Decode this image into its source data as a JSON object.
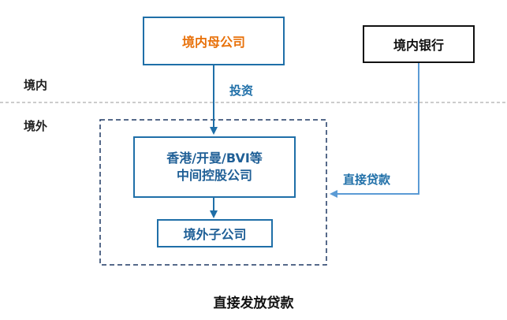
{
  "labels": {
    "domestic": "境内",
    "overseas": "境外",
    "invest": "投资",
    "direct_loan": "直接贷款"
  },
  "boxes": {
    "parent_company": "境内母公司",
    "domestic_bank": "境内银行",
    "holding_company_line1": "香港/开曼/BVI等",
    "holding_company_line2": "中间控股公司",
    "overseas_subsidiary": "境外子公司"
  },
  "title": "直接发放贷款",
  "colors": {
    "primary_blue": "#1f6fa8",
    "light_blue": "#5b9bd5",
    "orange": "#e8710a",
    "divider": "#999999"
  }
}
